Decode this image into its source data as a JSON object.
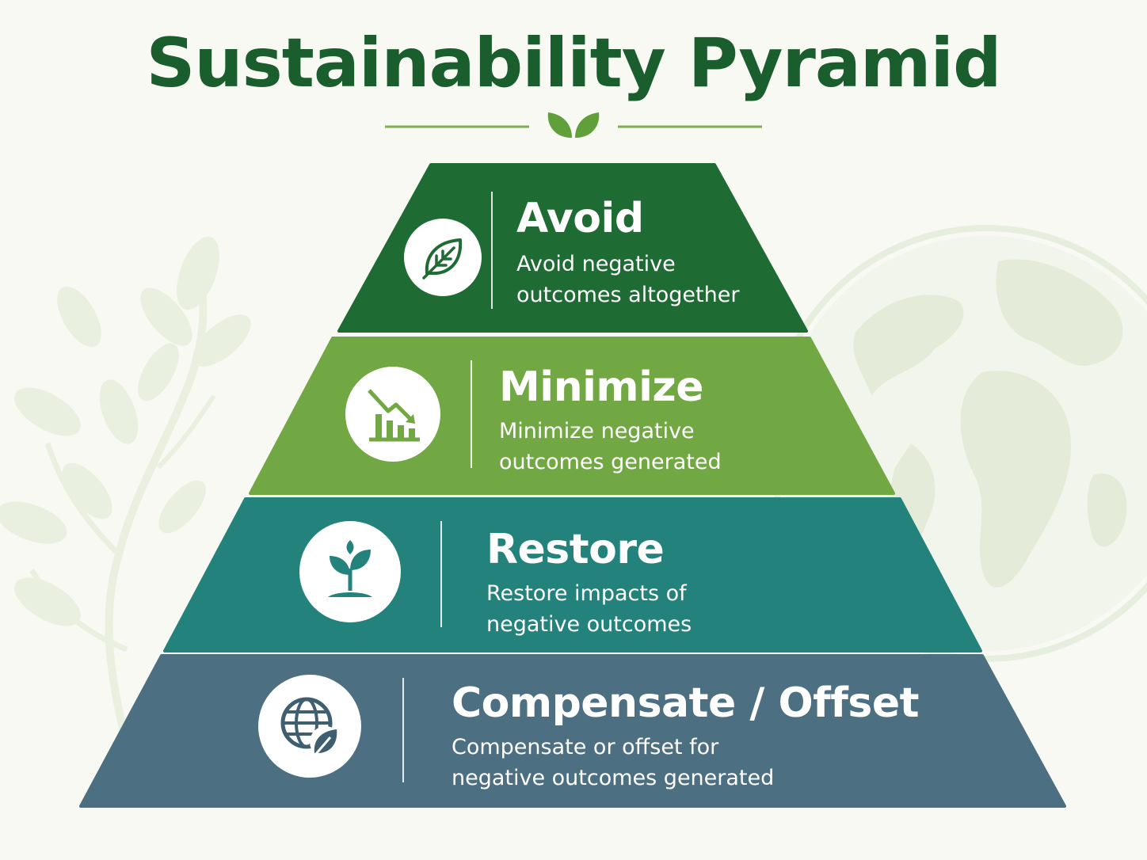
{
  "title": "Sustainability Pyramid",
  "colors": {
    "title": "#1b5e2e",
    "background": "#f8f9f3",
    "avoid": "#1f6b34",
    "minimize": "#72a844",
    "restore": "#24827c",
    "offset": "#4d6f82"
  },
  "tiers": [
    {
      "title": "Avoid",
      "desc_line1": "Avoid negative",
      "desc_line2": "outcomes altogether",
      "icon": "leaf-icon"
    },
    {
      "title": "Minimize",
      "desc_line1": "Minimize negative",
      "desc_line2": "outcomes generated",
      "icon": "declining-chart-icon"
    },
    {
      "title": "Restore",
      "desc_line1": "Restore impacts of",
      "desc_line2": "negative outcomes",
      "icon": "sprout-icon"
    },
    {
      "title": "Compensate / Offset",
      "desc_line1": "Compensate or offset for",
      "desc_line2": "negative outcomes generated",
      "icon": "globe-leaf-icon"
    }
  ]
}
